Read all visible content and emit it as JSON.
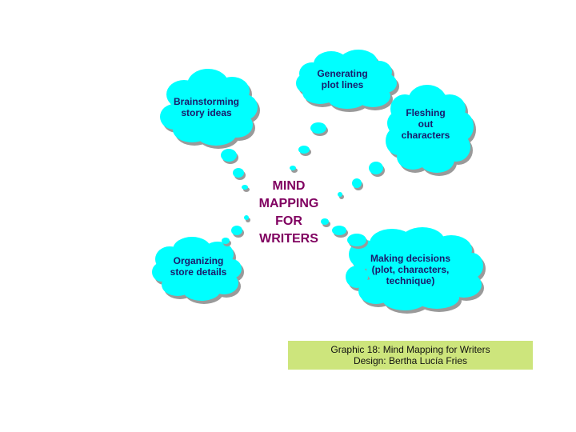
{
  "diagram": {
    "title_lines": [
      "MIND",
      "MAPPING",
      "FOR",
      "WRITERS"
    ],
    "nodes": [
      {
        "id": "brainstorming",
        "text": "Brainstorming\nstory  ideas"
      },
      {
        "id": "generating",
        "text": "Generating\nplot lines"
      },
      {
        "id": "fleshing",
        "text": "Fleshing\nout\ncharacters"
      },
      {
        "id": "organizing",
        "text": "Organizing\nstore details"
      },
      {
        "id": "making",
        "text": "Making decisions\n(plot, characters,\ntechnique)"
      }
    ]
  },
  "caption": {
    "line1": "Graphic 18: Mind Mapping for Writers",
    "line2": "Design: Bertha Lucía Fries"
  },
  "colors": {
    "cloud_fill": "#00ffff",
    "cloud_shadow": "#9a9a9a",
    "title": "#800060",
    "node_text": "#1a1a6b",
    "caption_bg": "#cde57c"
  }
}
